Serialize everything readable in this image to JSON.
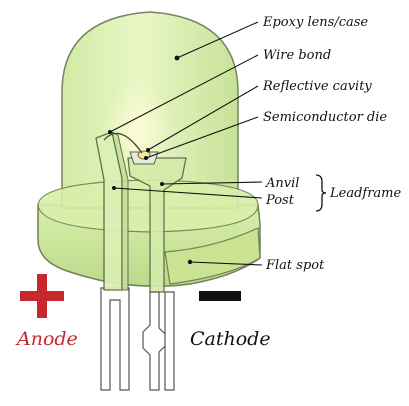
{
  "labels": {
    "epoxy": "Epoxy lens/case",
    "wire_bond": "Wire bond",
    "reflective_cavity": "Reflective cavity",
    "semiconductor_die": "Semiconductor die",
    "anvil": "Anvil",
    "post": "Post",
    "leadframe": "Leadframe",
    "flat_spot": "Flat spot",
    "anode": "Anode",
    "cathode": "Cathode"
  },
  "colors": {
    "epoxy_fill": "#dff2b0",
    "epoxy_stroke": "#6f7f5a",
    "anode": "#c8272b",
    "cathode": "#111111",
    "lead": "#ffffff",
    "die": "#f5e79a"
  },
  "icons": {
    "anode_sign": "plus-icon",
    "cathode_sign": "minus-icon"
  }
}
